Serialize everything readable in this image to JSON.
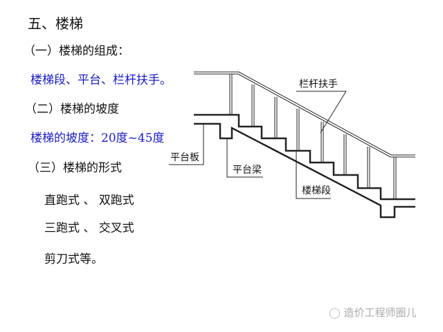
{
  "slide": {
    "title": "五、楼梯",
    "lines": [
      "（一）楼梯的组成：",
      "楼梯段、平台、栏杆扶手。",
      "（二）楼梯的坡度",
      "楼梯的坡度：20度~45度",
      "（三）楼梯的形式",
      "直跑式 、 双跑式",
      "三跑式 、 交叉式",
      "剪刀式等。"
    ],
    "accent_color": "#1a1acc"
  },
  "diagram": {
    "labels": {
      "railing": "栏杆扶手",
      "landing_slab": "平台板",
      "landing_beam": "平台梁",
      "flight": "楼梯段"
    }
  },
  "watermark": {
    "icon": "wechat-icon",
    "text": "造价工程师圈儿"
  }
}
